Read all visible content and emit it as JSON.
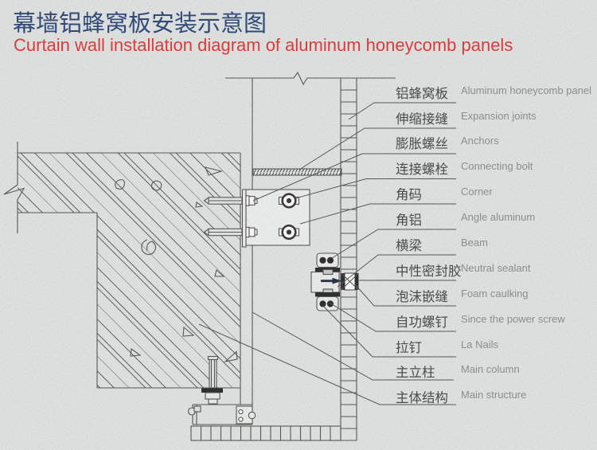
{
  "title": {
    "zh": "幕墙铝蜂窝板安装示意图",
    "en": "Curtain wall installation diagram of aluminum honeycomb panels"
  },
  "labels": [
    {
      "zh": "铝蜂窝板",
      "en": "Aluminum honeycomb panel"
    },
    {
      "zh": "伸缩接缝",
      "en": "Expansion joints"
    },
    {
      "zh": "膨胀螺丝",
      "en": "Anchors"
    },
    {
      "zh": "连接螺栓",
      "en": "Connecting bolt"
    },
    {
      "zh": "角码",
      "en": "Corner"
    },
    {
      "zh": "角铝",
      "en": "Angle aluminum"
    },
    {
      "zh": "横梁",
      "en": "Beam"
    },
    {
      "zh": "中性密封胶",
      "en": "Neutral sealant"
    },
    {
      "zh": "泡沫嵌缝",
      "en": "Foam caulking"
    },
    {
      "zh": "自功螺钉",
      "en": "Since the power screw"
    },
    {
      "zh": "拉钉",
      "en": "La Nails"
    },
    {
      "zh": "主立柱",
      "en": "Main column"
    },
    {
      "zh": "主体结构",
      "en": "Main structure"
    }
  ],
  "colors": {
    "title_zh": "#1e3a70",
    "title_en": "#e02b2b",
    "line": "#4a4a4a",
    "label_zh": "#3c3c3c",
    "label_en": "#84898c",
    "background": "#e2e6e4"
  }
}
